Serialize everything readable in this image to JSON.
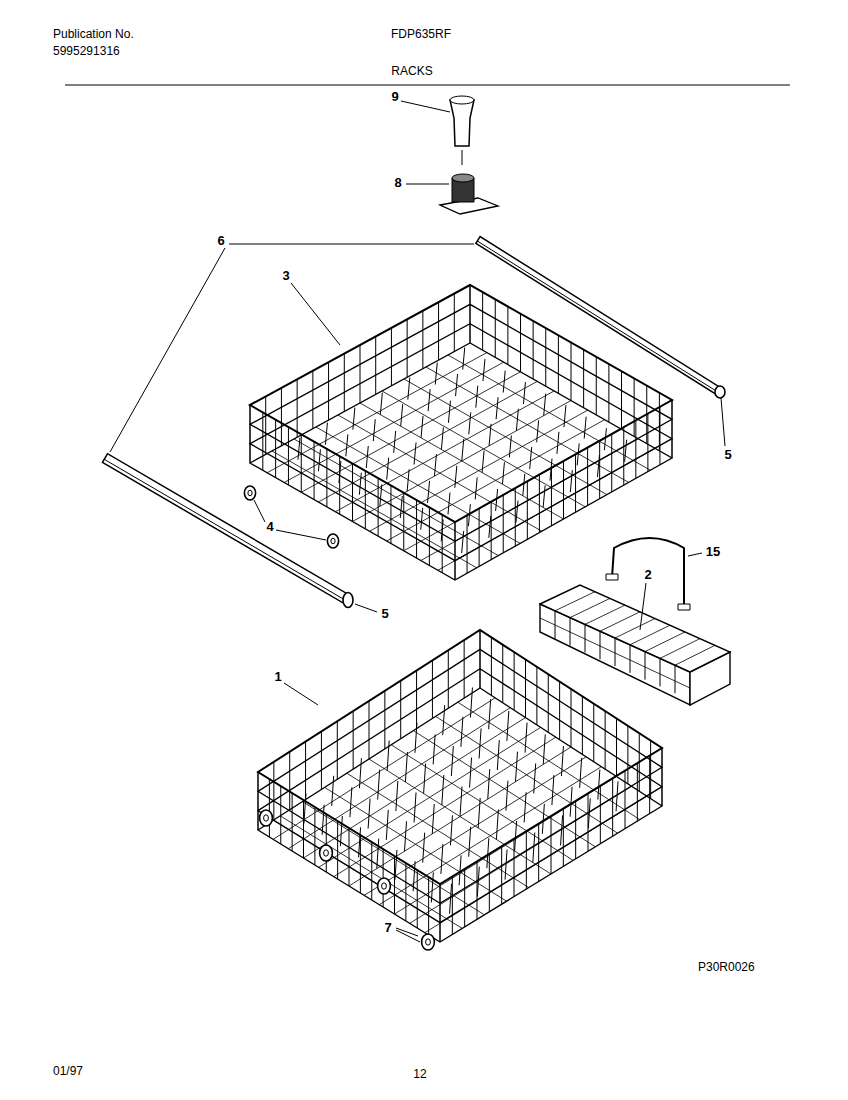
{
  "diagram": {
    "title": "RACKS",
    "labels": [
      "Publication No.",
      "5995291316",
      "FDP635RF",
      "9",
      "8",
      "6",
      "3",
      "5",
      "4",
      "15",
      "5",
      "2",
      "1",
      "7",
      "P30R0026",
      "01/97",
      "12"
    ]
  }
}
